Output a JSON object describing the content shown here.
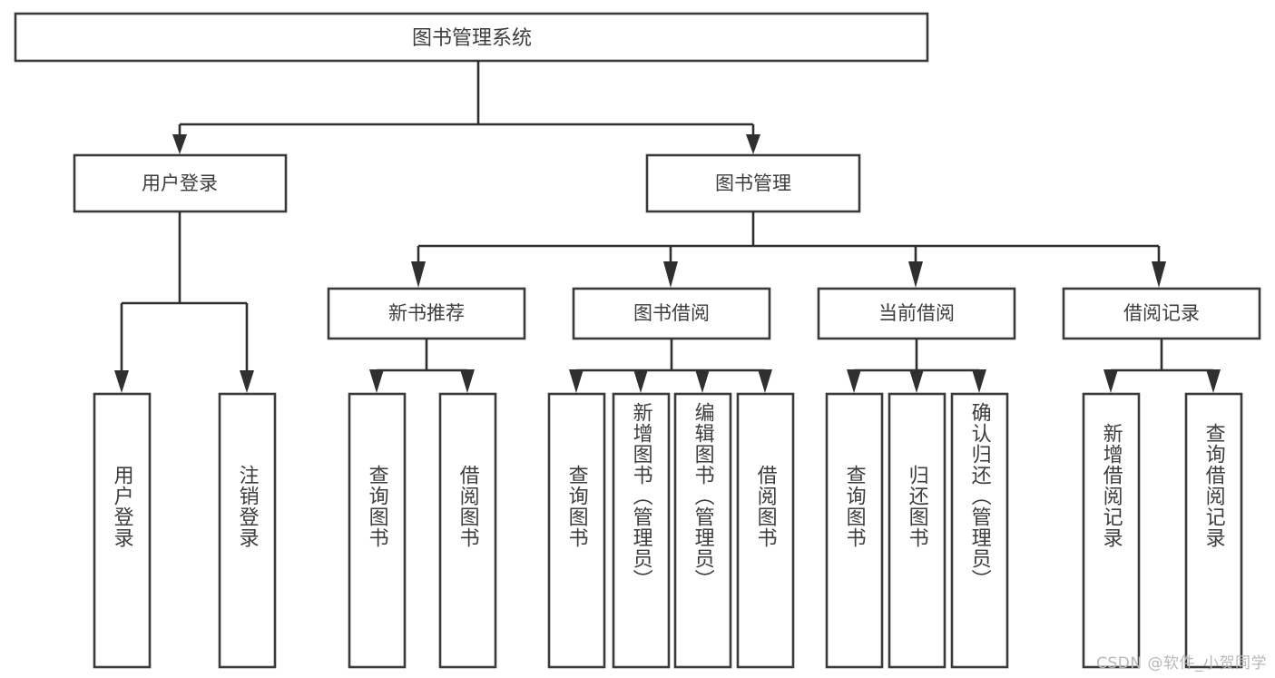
{
  "diagram": {
    "title": "图书管理系统",
    "type": "tree",
    "watermark": "CSDN @软件_小贺同学",
    "colors": {
      "box_stroke": "#3a3a3a",
      "connector": "#2f2f2f",
      "text": "#3d3d3d",
      "background": "#ffffff",
      "watermark": "#b8b8b8"
    },
    "levels": {
      "root": {
        "label": "图书管理系统"
      },
      "level2": [
        {
          "label": "用户登录"
        },
        {
          "label": "图书管理"
        }
      ],
      "level3": [
        {
          "label": "新书推荐"
        },
        {
          "label": "图书借阅"
        },
        {
          "label": "当前借阅"
        },
        {
          "label": "借阅记录"
        }
      ],
      "leaves": {
        "user_login": [
          {
            "label": "用户登录"
          },
          {
            "label": "注销登录"
          }
        ],
        "new_book_recommend": [
          {
            "label": "查询图书"
          },
          {
            "label": "借阅图书"
          }
        ],
        "book_borrow": [
          {
            "label": "查询图书"
          },
          {
            "label": "新增图书（管理员）"
          },
          {
            "label": "编辑图书（管理员）"
          },
          {
            "label": "借阅图书"
          }
        ],
        "current_borrow": [
          {
            "label": "查询图书"
          },
          {
            "label": "归还图书"
          },
          {
            "label": "确认归还（管理员）"
          }
        ],
        "borrow_record": [
          {
            "label": "新增借阅记录"
          },
          {
            "label": "查询借阅记录"
          }
        ]
      }
    }
  }
}
